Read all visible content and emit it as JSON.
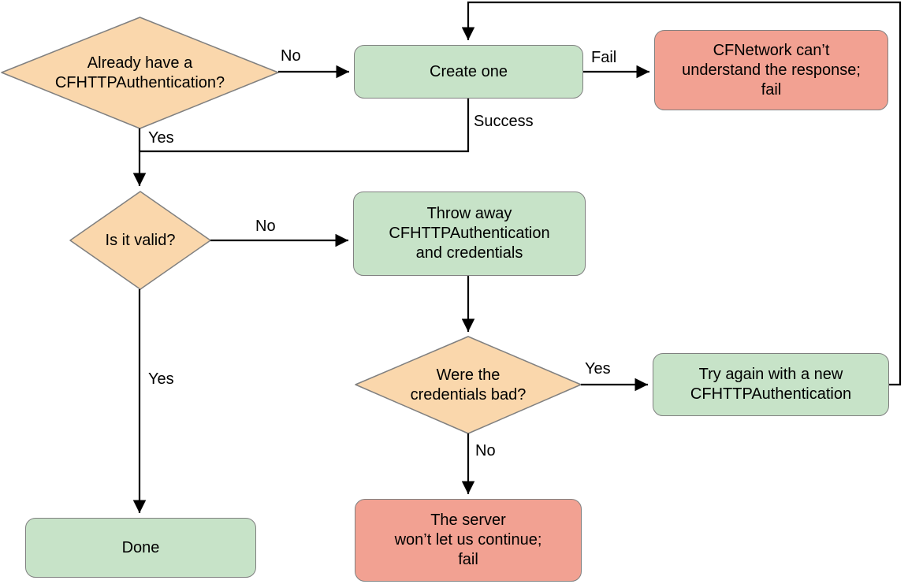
{
  "colors": {
    "background": "#ffffff",
    "text": "#000000",
    "connector": "#000000",
    "node_border": "#808080",
    "decision_fill": "#fad7ac",
    "process_fill": "#c7e3c8",
    "fail_fill": "#f2a192"
  },
  "nodes": {
    "already_have": {
      "type": "decision",
      "label": "Already have a\nCFHTTPAuthentication?"
    },
    "create_one": {
      "type": "process",
      "label": "Create one"
    },
    "cfnetwork_fail": {
      "type": "fail",
      "label": "CFNetwork can’t\nunderstand the response;\nfail"
    },
    "is_it_valid": {
      "type": "decision",
      "label": "Is it valid?"
    },
    "throw_away": {
      "type": "process",
      "label": "Throw away\nCFHTTPAuthentication\nand credentials"
    },
    "were_credentials_bad": {
      "type": "decision",
      "label": "Were the\ncredentials bad?"
    },
    "try_again": {
      "type": "process",
      "label": "Try again with a new\nCFHTTPAuthentication"
    },
    "done": {
      "type": "process",
      "label": "Done"
    },
    "server_fail": {
      "type": "fail",
      "label": "The server\nwon’t let us continue;\nfail"
    }
  },
  "edge_labels": {
    "already_no": "No",
    "already_yes": "Yes",
    "create_fail": "Fail",
    "create_success": "Success",
    "valid_no": "No",
    "valid_yes": "Yes",
    "credentials_yes": "Yes",
    "credentials_no": "No"
  }
}
